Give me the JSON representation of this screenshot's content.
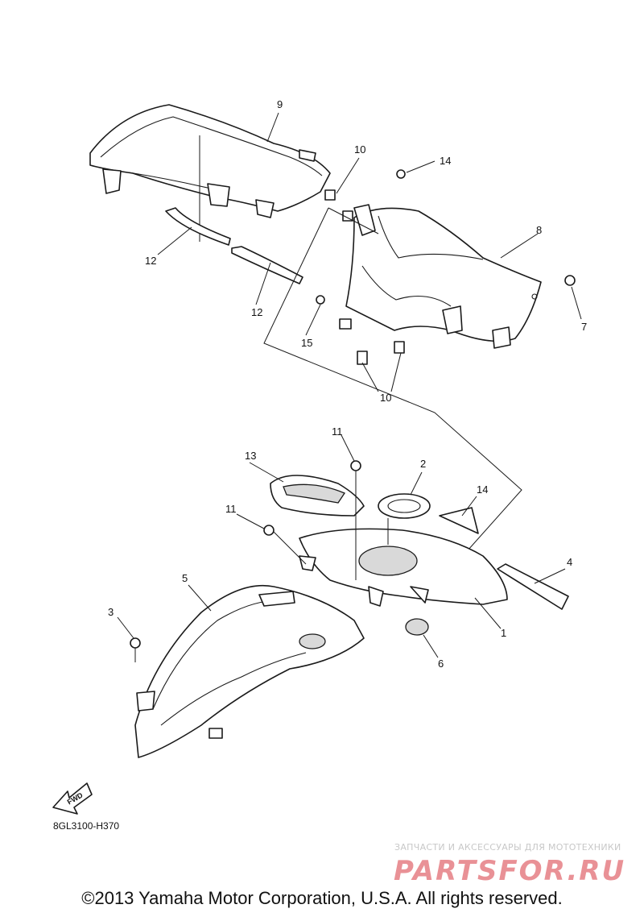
{
  "diagram": {
    "code": "8GL3100-H370",
    "direction_badge": "FWD",
    "callouts": [
      {
        "id": "c1",
        "label": "1"
      },
      {
        "id": "c2",
        "label": "2"
      },
      {
        "id": "c3",
        "label": "3"
      },
      {
        "id": "c4",
        "label": "4"
      },
      {
        "id": "c5",
        "label": "5"
      },
      {
        "id": "c6",
        "label": "6"
      },
      {
        "id": "c7",
        "label": "7"
      },
      {
        "id": "c8",
        "label": "8"
      },
      {
        "id": "c9",
        "label": "9"
      },
      {
        "id": "c10a",
        "label": "10"
      },
      {
        "id": "c10b",
        "label": "10"
      },
      {
        "id": "c11a",
        "label": "11"
      },
      {
        "id": "c11b",
        "label": "11"
      },
      {
        "id": "c12a",
        "label": "12"
      },
      {
        "id": "c12b",
        "label": "12"
      },
      {
        "id": "c13",
        "label": "13"
      },
      {
        "id": "c14a",
        "label": "14"
      },
      {
        "id": "c14b",
        "label": "14"
      },
      {
        "id": "c15",
        "label": "15"
      }
    ]
  },
  "watermark": {
    "tagline": "ЗАПЧАСТИ И АКСЕССУАРЫ ДЛЯ МОТОТЕХНИКИ",
    "logo": "PARTSFOR.RU",
    "color": "#d7373f"
  },
  "footer": {
    "copyright": "©2013 Yamaha Motor Corporation, U.S.A. All rights reserved."
  }
}
